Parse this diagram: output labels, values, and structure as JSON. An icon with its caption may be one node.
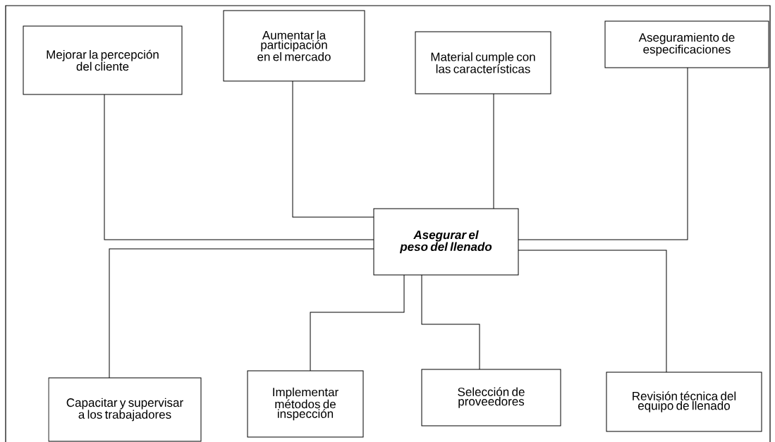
{
  "diagram": {
    "nodes": [
      {
        "text": [
          "Mejorar la percepción del cliente"
        ]
      },
      {
        "text": [
          "Aumentar la participación en el mercado"
        ]
      },
      {
        "text": [
          "Material cumple con las características"
        ]
      },
      {
        "text": [
          "Aseguramiento de especificaciones"
        ]
      },
      {
        "text": [
          "Asegurar el peso del llenado"
        ]
      },
      {
        "text": [
          "Capacitar y supervisar a los trabajadores"
        ]
      },
      {
        "text": [
          "Implementar métodos de inspección"
        ]
      },
      {
        "text": [
          "Selección de proveedores"
        ]
      },
      {
        "text": [
          "Revisión técnica del equipo de llenado"
        ]
      }
    ],
    "edges": [
      {
        "from": 4,
        "to": 0,
        "arrow": "none"
      },
      {
        "from": 4,
        "to": 1,
        "arrow": "none"
      },
      {
        "from": 4,
        "to": 2,
        "arrow": "none"
      },
      {
        "from": 4,
        "to": 3,
        "arrow": "none"
      },
      {
        "from": 4,
        "to": 5,
        "arrow": "none"
      },
      {
        "from": 4,
        "to": 6,
        "arrow": "none"
      },
      {
        "from": 4,
        "to": 7,
        "arrow": "none"
      },
      {
        "from": 4,
        "to": 8,
        "arrow": "none"
      }
    ]
  }
}
